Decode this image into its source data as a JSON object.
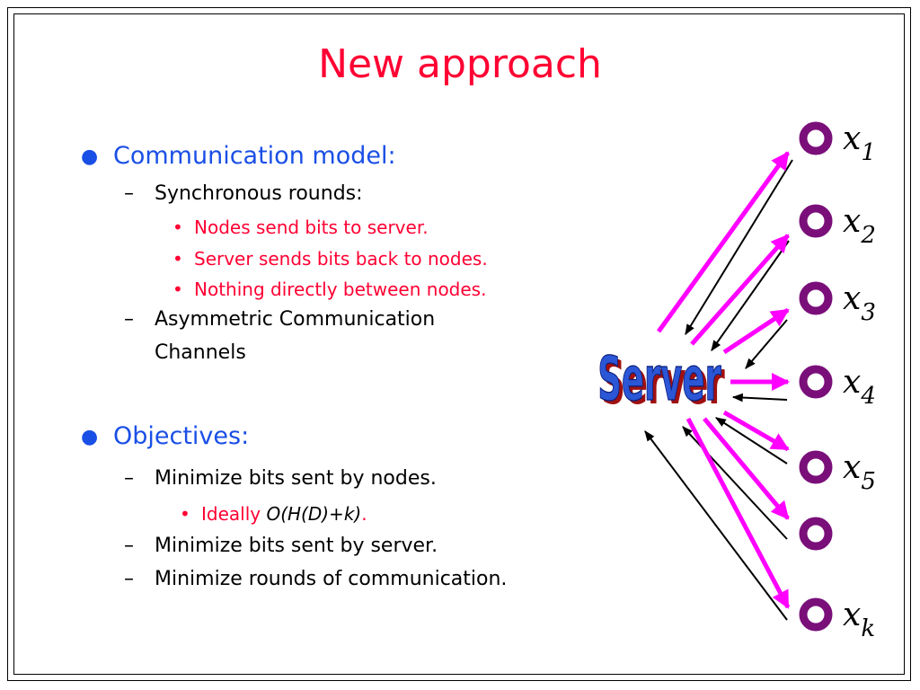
{
  "slide": {
    "title": "New approach",
    "communication": {
      "heading": "Communication model:",
      "sync": "Synchronous rounds:",
      "sub1": "Nodes send bits to server.",
      "sub2": "Server sends bits back to nodes.",
      "sub3": "Nothing directly between nodes.",
      "asym_line1": "Asymmetric Communication",
      "asym_line2": "Channels"
    },
    "objectives": {
      "heading": "Objectives:",
      "item1": "Minimize bits sent by nodes.",
      "ideally_prefix": "Ideally ",
      "ideally_formula": "O(H(D)+k)",
      "ideally_suffix": ".",
      "item2": "Minimize bits sent by server.",
      "item3": "Minimize rounds of communication."
    }
  },
  "diagram": {
    "server_label": "Server",
    "nodes": [
      {
        "var": "x",
        "sub": "1"
      },
      {
        "var": "x",
        "sub": "2"
      },
      {
        "var": "x",
        "sub": "3"
      },
      {
        "var": "x",
        "sub": "4"
      },
      {
        "var": "x",
        "sub": "5"
      },
      {
        "var": "",
        "sub": ""
      },
      {
        "var": "x",
        "sub": "k"
      }
    ],
    "colors": {
      "node_ring": "#7a0f7a",
      "up_arrow": "#ff00ff",
      "down_arrow": "#000000",
      "server_fill": "#2b56d6",
      "server_shadow": "#a01010"
    }
  }
}
